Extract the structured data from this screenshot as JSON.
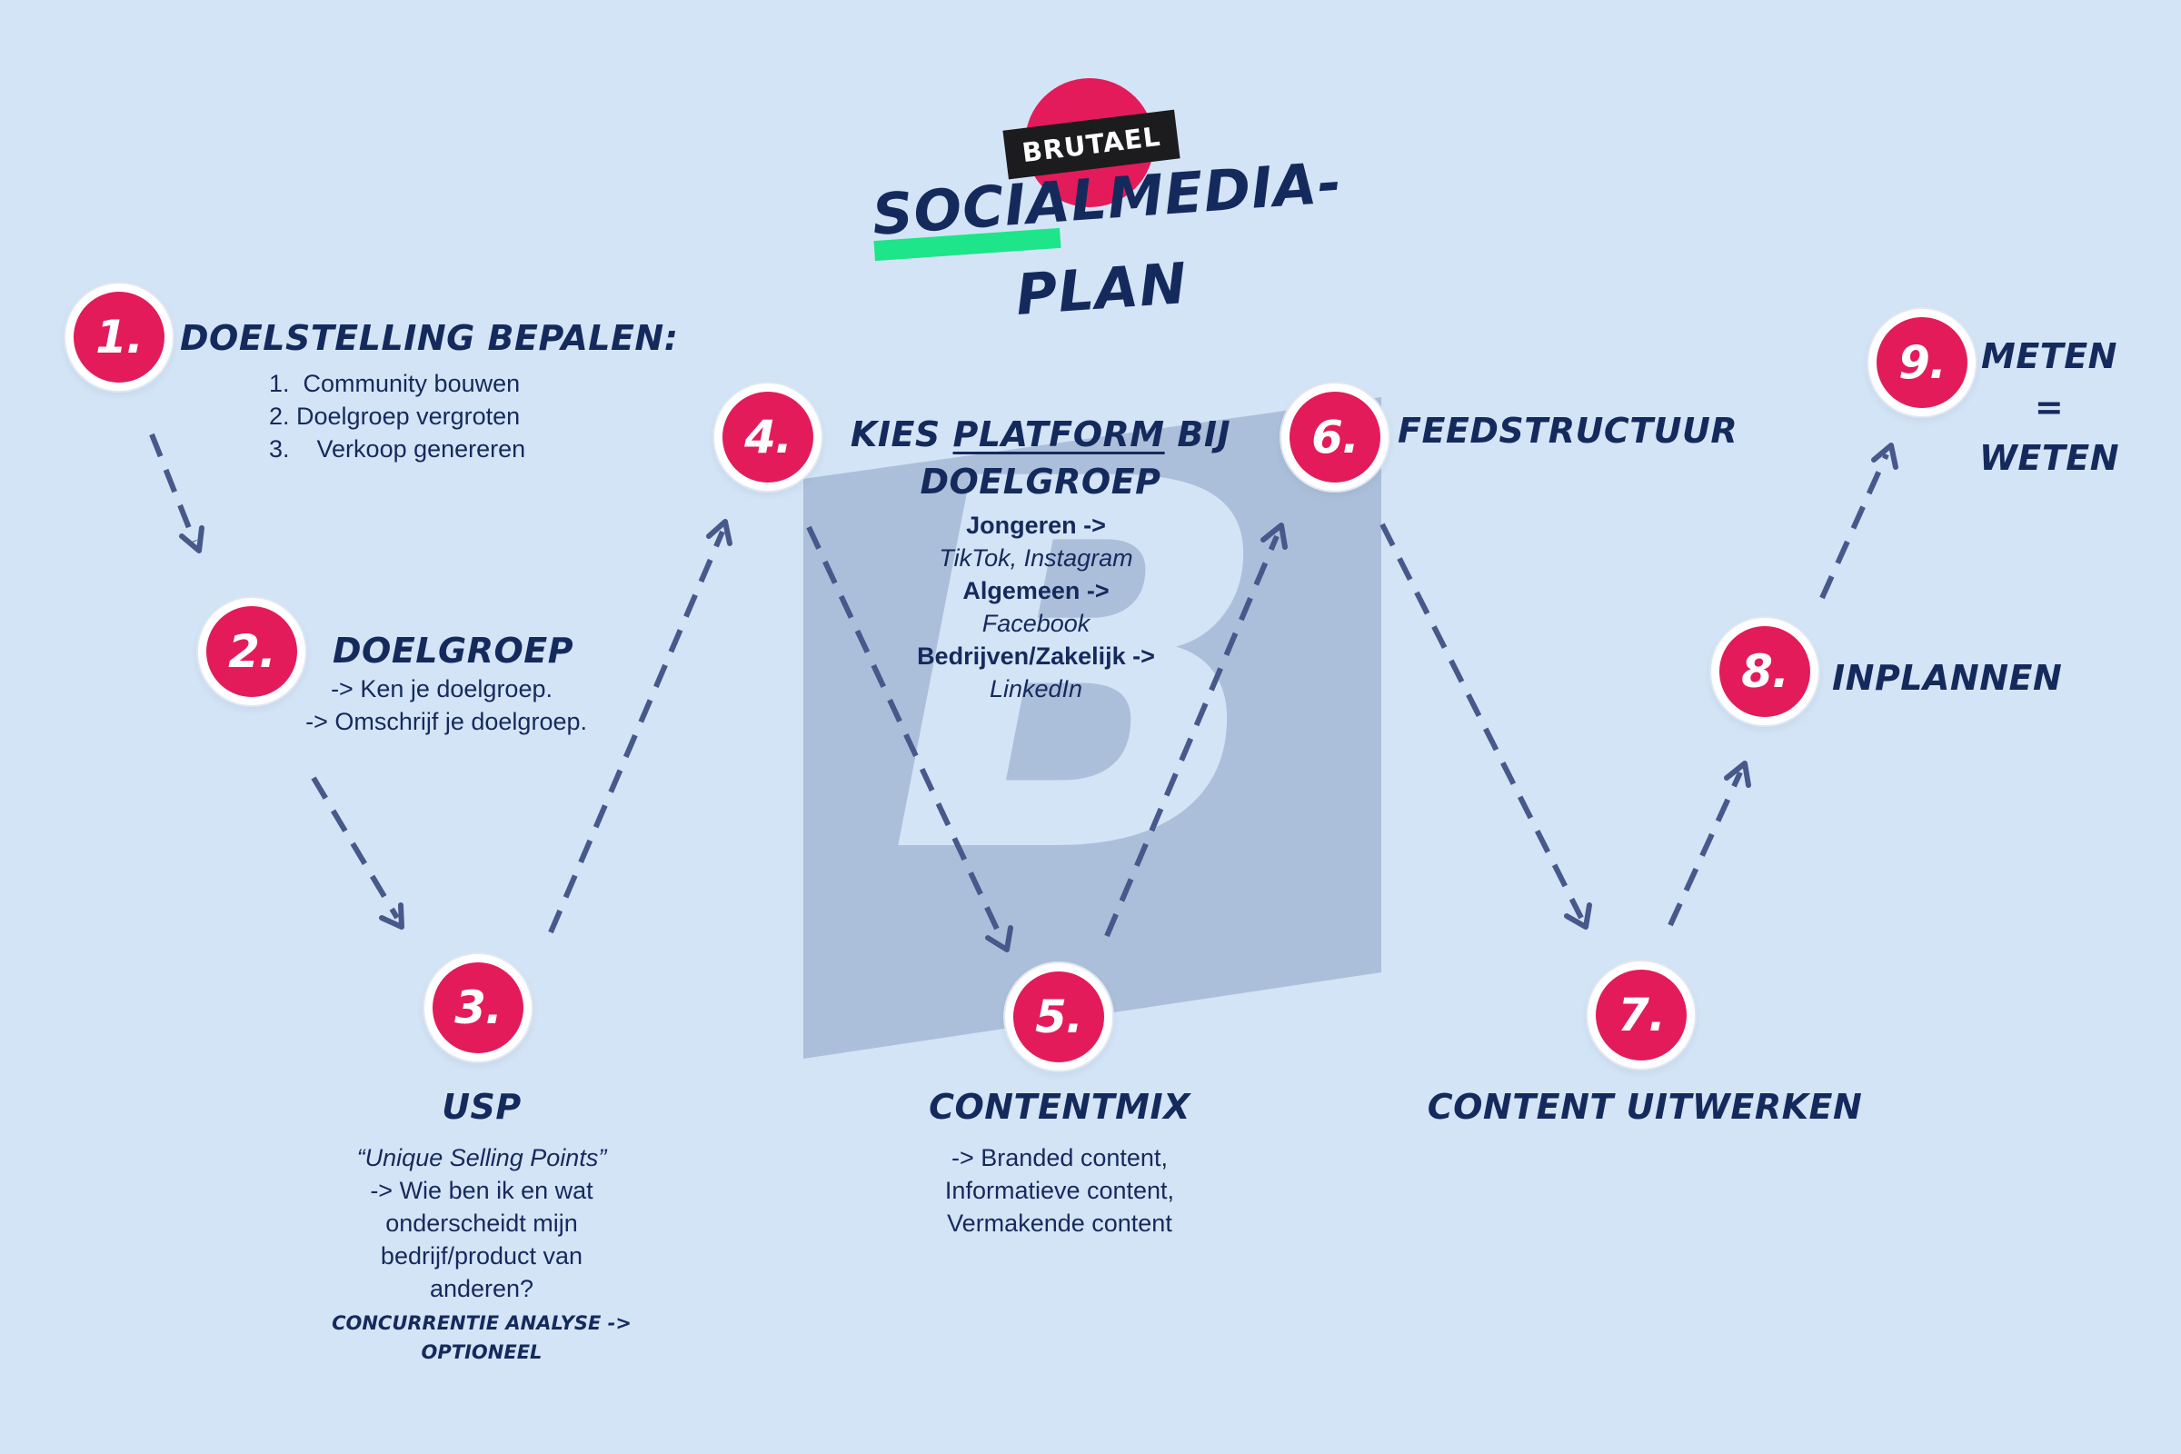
{
  "logo": {
    "brand": "BRUTAEL"
  },
  "title": {
    "part1": "SOCIAL",
    "part2": "MEDIA-",
    "line2": "PLAN"
  },
  "watermark": {
    "letter": "B"
  },
  "colors": {
    "background": "#d3e4f6",
    "accent": "#e31b5a",
    "navy": "#152a5c",
    "green": "#1ee58a",
    "arrow": "#47598a",
    "watermark": "#acbfda"
  },
  "steps": [
    {
      "number": "1.",
      "title": "DOELSTELLING BEPALEN:",
      "items": [
        "1.  Community bouwen",
        "2. Doelgroep vergroten",
        "3.    Verkoop genereren"
      ]
    },
    {
      "number": "2.",
      "title": "DOELGROEP",
      "lines": [
        "-> Ken je doelgroep.",
        "-> Omschrijf je doelgroep."
      ]
    },
    {
      "number": "3.",
      "title": "USP",
      "quote": "“Unique Selling Points”",
      "lines": [
        "-> Wie ben ik en wat",
        "onderscheidt mijn",
        "bedrijf/product van",
        "anderen?"
      ],
      "note_line1": "CONCURRENTIE ANALYSE ->",
      "note_line2": "OPTIONEEL"
    },
    {
      "number": "4.",
      "title_a": "KIES ",
      "title_b": "PLATFORM",
      "title_c": " BIJ",
      "title_line2": "DOELGROEP",
      "groups": [
        {
          "label": "Jongeren ->",
          "platforms": "TikTok, Instagram"
        },
        {
          "label": "Algemeen ->",
          "platforms": "Facebook"
        },
        {
          "label": "Bedrijven/Zakelijk ->",
          "platforms": "LinkedIn"
        }
      ]
    },
    {
      "number": "5.",
      "title": "CONTENTMIX",
      "lines": [
        "-> Branded content,",
        "Informatieve content,",
        "Vermakende content"
      ]
    },
    {
      "number": "6.",
      "title": "FEEDSTRUCTUUR"
    },
    {
      "number": "7.",
      "title": "CONTENT UITWERKEN"
    },
    {
      "number": "8.",
      "title": "INPLANNEN"
    },
    {
      "number": "9.",
      "title_lines": [
        "METEN",
        "=",
        "WETEN"
      ]
    }
  ]
}
